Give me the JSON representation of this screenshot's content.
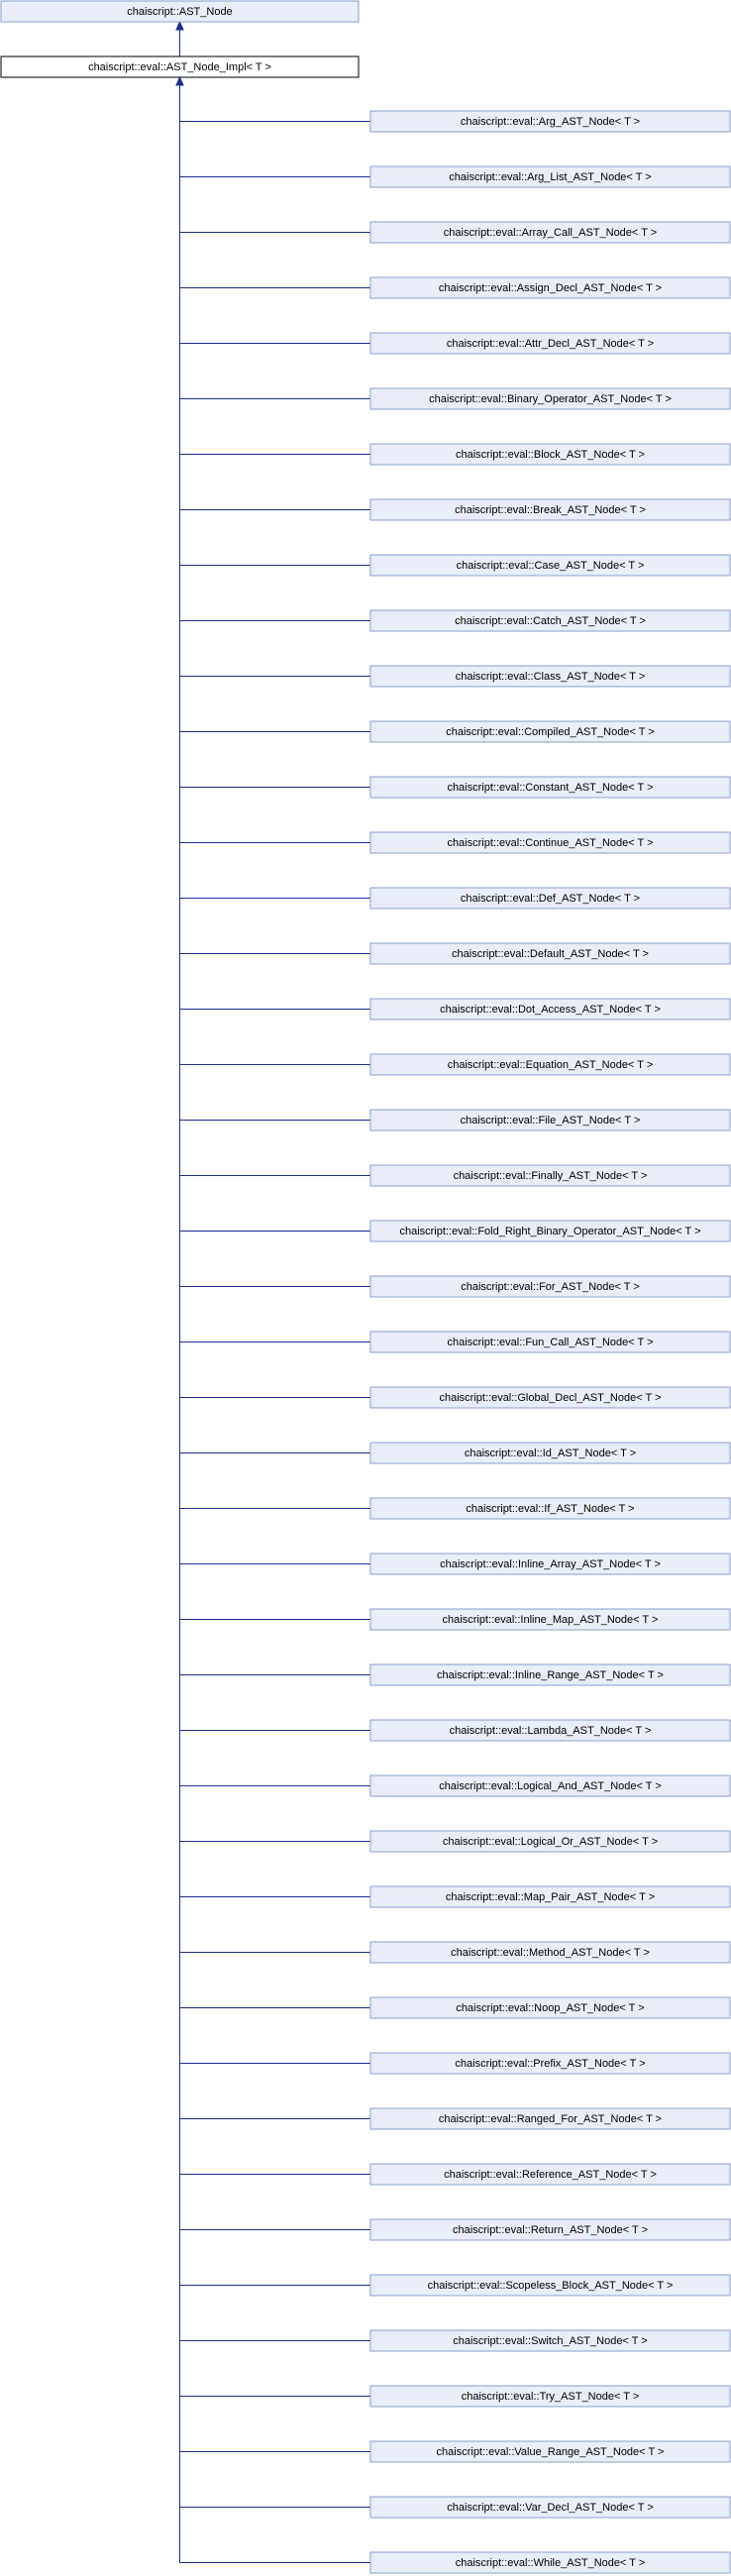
{
  "base_class": "chaiscript::AST_Node",
  "impl_class": "chaiscript::eval::AST_Node_Impl< T >",
  "derived_classes": [
    "chaiscript::eval::Arg_AST_Node< T >",
    "chaiscript::eval::Arg_List_AST_Node< T >",
    "chaiscript::eval::Array_Call_AST_Node< T >",
    "chaiscript::eval::Assign_Decl_AST_Node< T >",
    "chaiscript::eval::Attr_Decl_AST_Node< T >",
    "chaiscript::eval::Binary_Operator_AST_Node< T >",
    "chaiscript::eval::Block_AST_Node< T >",
    "chaiscript::eval::Break_AST_Node< T >",
    "chaiscript::eval::Case_AST_Node< T >",
    "chaiscript::eval::Catch_AST_Node< T >",
    "chaiscript::eval::Class_AST_Node< T >",
    "chaiscript::eval::Compiled_AST_Node< T >",
    "chaiscript::eval::Constant_AST_Node< T >",
    "chaiscript::eval::Continue_AST_Node< T >",
    "chaiscript::eval::Def_AST_Node< T >",
    "chaiscript::eval::Default_AST_Node< T >",
    "chaiscript::eval::Dot_Access_AST_Node< T >",
    "chaiscript::eval::Equation_AST_Node< T >",
    "chaiscript::eval::File_AST_Node< T >",
    "chaiscript::eval::Finally_AST_Node< T >",
    "chaiscript::eval::Fold_Right_Binary_Operator_AST_Node< T >",
    "chaiscript::eval::For_AST_Node< T >",
    "chaiscript::eval::Fun_Call_AST_Node< T >",
    "chaiscript::eval::Global_Decl_AST_Node< T >",
    "chaiscript::eval::Id_AST_Node< T >",
    "chaiscript::eval::If_AST_Node< T >",
    "chaiscript::eval::Inline_Array_AST_Node< T >",
    "chaiscript::eval::Inline_Map_AST_Node< T >",
    "chaiscript::eval::Inline_Range_AST_Node< T >",
    "chaiscript::eval::Lambda_AST_Node< T >",
    "chaiscript::eval::Logical_And_AST_Node< T >",
    "chaiscript::eval::Logical_Or_AST_Node< T >",
    "chaiscript::eval::Map_Pair_AST_Node< T >",
    "chaiscript::eval::Method_AST_Node< T >",
    "chaiscript::eval::Noop_AST_Node< T >",
    "chaiscript::eval::Prefix_AST_Node< T >",
    "chaiscript::eval::Ranged_For_AST_Node< T >",
    "chaiscript::eval::Reference_AST_Node< T >",
    "chaiscript::eval::Return_AST_Node< T >",
    "chaiscript::eval::Scopeless_Block_AST_Node< T >",
    "chaiscript::eval::Switch_AST_Node< T >",
    "chaiscript::eval::Try_AST_Node< T >",
    "chaiscript::eval::Value_Range_AST_Node< T >",
    "chaiscript::eval::Var_Decl_AST_Node< T >",
    "chaiscript::eval::While_AST_Node< T >"
  ],
  "colors": {
    "node_fill": "#e8edf7",
    "node_border": "#8a9fcf",
    "current_border": "#000000",
    "edge": "#1c2e8c"
  }
}
